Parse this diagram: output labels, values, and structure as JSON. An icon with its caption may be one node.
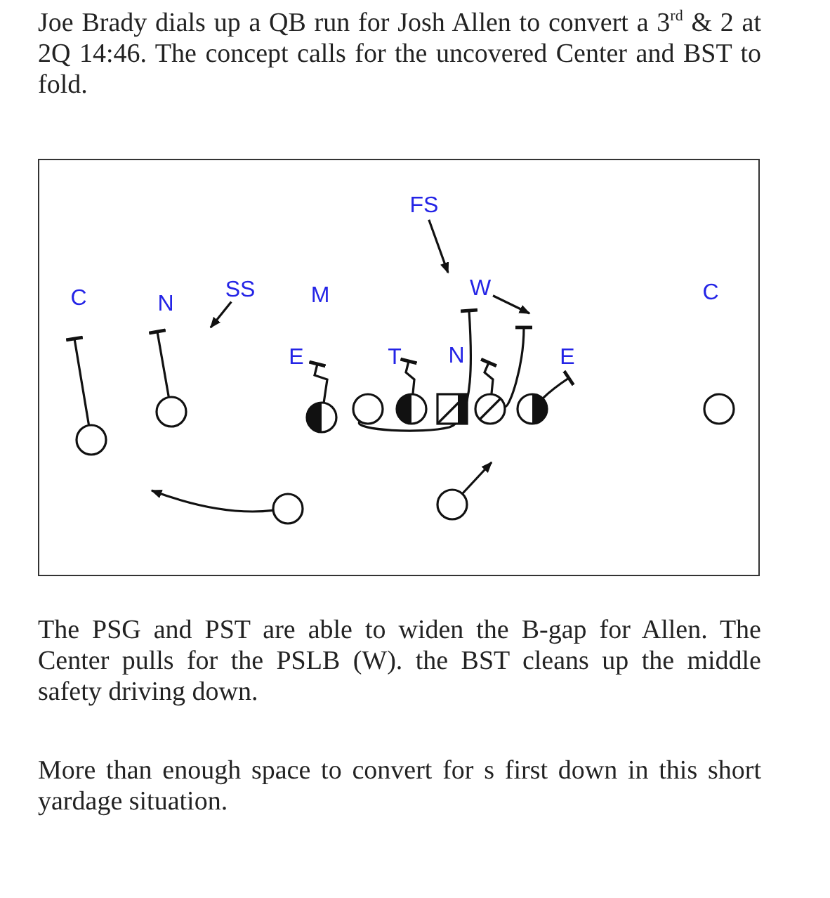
{
  "diagram": {
    "nodes": [
      {
        "text": [
          "FS"
        ]
      },
      {
        "text": [
          "C"
        ]
      },
      {
        "text": [
          "N"
        ]
      },
      {
        "text": [
          "SS"
        ]
      },
      {
        "text": [
          "M"
        ]
      },
      {
        "text": [
          "W"
        ]
      },
      {
        "text": [
          "C"
        ]
      },
      {
        "text": [
          "E"
        ]
      },
      {
        "text": [
          "T"
        ]
      },
      {
        "text": [
          "N"
        ]
      },
      {
        "text": [
          "E"
        ]
      },
      {
        "text": [],
        "shape": "circle"
      },
      {
        "text": [],
        "shape": "circle"
      },
      {
        "text": [],
        "shape": "circle"
      },
      {
        "text": [],
        "shape": "circle"
      },
      {
        "text": [],
        "shape": "circle"
      },
      {
        "text": [],
        "shape": "box"
      },
      {
        "text": [],
        "shape": "circle"
      },
      {
        "text": [],
        "shape": "circle"
      },
      {
        "text": [],
        "shape": "circle"
      },
      {
        "text": [],
        "shape": "circle"
      },
      {
        "text": [],
        "shape": "circle"
      }
    ],
    "edges": [
      {
        "from": 11,
        "to": 1,
        "arrow": "other"
      },
      {
        "from": 12,
        "to": 2,
        "arrow": "other"
      },
      {
        "from": 13,
        "to": 7,
        "arrow": "other"
      },
      {
        "from": 14,
        "to": 5,
        "arrow": "other"
      },
      {
        "from": 15,
        "to": 8,
        "arrow": "other"
      },
      {
        "from": 17,
        "to": 5,
        "arrow": "other"
      },
      {
        "from": 17,
        "to": 9,
        "arrow": "other"
      },
      {
        "from": 18,
        "to": 10,
        "arrow": "other"
      },
      {
        "from": 20,
        "to": null,
        "arrow": "to"
      },
      {
        "from": 21,
        "to": null,
        "arrow": "to"
      },
      {
        "from": 3,
        "to": null,
        "arrow": "to"
      },
      {
        "from": 0,
        "to": 5,
        "arrow": "to"
      },
      {
        "from": 5,
        "to": null,
        "arrow": "to"
      }
    ],
    "labels": [
      "Joe Brady dials up a QB run for Josh Allen to convert a 3$^{rd}$ & 2 at 2Q 14:46. The concept calls for the uncovered Center and BST to fold.",
      "The PSG and PST are able to widen the B-gap for Allen. The Center pulls for the PSLB (W). the BST cleans up the middle safety driving down.",
      "More than enough space to convert for s first down in this short yardage situation."
    ]
  }
}
